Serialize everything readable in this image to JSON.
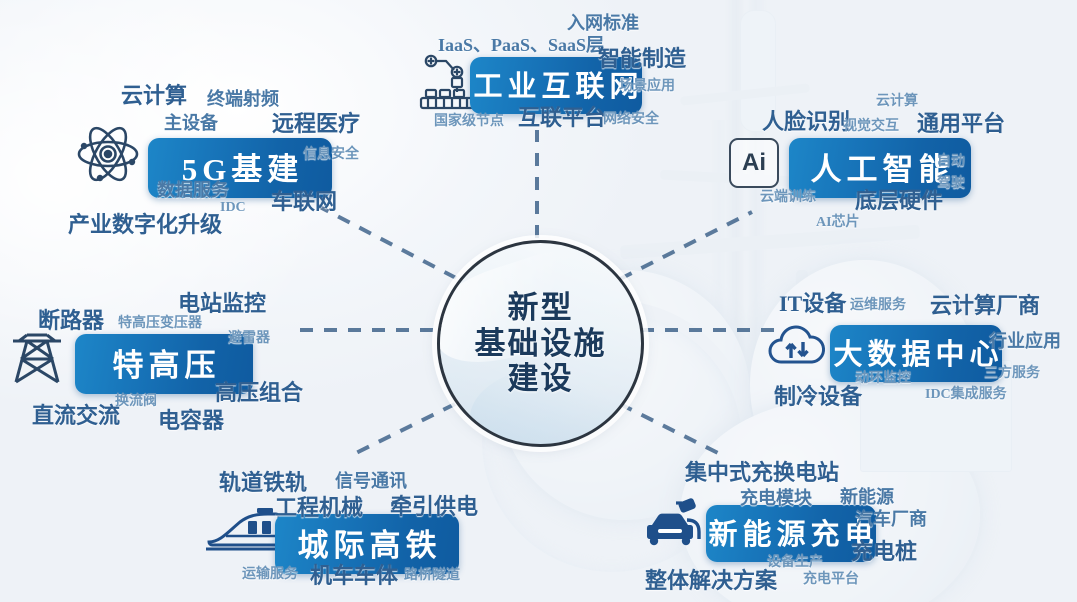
{
  "hub": {
    "name": "new-infrastructure-hub",
    "lines": [
      "新型",
      "基础设施",
      "建设"
    ]
  },
  "theme": {
    "pill_blue_light": "#1d86c8",
    "pill_blue_dark": "#0f5ba0",
    "hub_text": "#1b3a5c",
    "sub_text": "#3e6e9e",
    "icon_color": "#2b4766",
    "spoke_color": "#3a5f87"
  },
  "clusters": [
    {
      "id": "5g",
      "title": "5G基建",
      "icon": "atom-icon",
      "subs": [
        {
          "t": "云计算",
          "size": "s1"
        },
        {
          "t": "终端射频",
          "size": "s2"
        },
        {
          "t": "主设备",
          "size": "s2"
        },
        {
          "t": "远程医疗",
          "size": "s1"
        },
        {
          "t": "信息安全",
          "size": "s3"
        },
        {
          "t": "数据服务",
          "size": "s2"
        },
        {
          "t": "IDC",
          "size": "s3"
        },
        {
          "t": "车联网",
          "size": "s1"
        },
        {
          "t": "产业数字化升级",
          "size": "s1"
        }
      ]
    },
    {
      "id": "industrial-internet",
      "title": "工业互联网",
      "icon": "robot-arm-icon",
      "subs": [
        {
          "t": "入网标准",
          "size": "s2"
        },
        {
          "t": "IaaS、PaaS、SaaS层",
          "size": "s2"
        },
        {
          "t": "智能制造",
          "size": "s1"
        },
        {
          "t": "场景应用",
          "size": "s3"
        },
        {
          "t": "国家级节点",
          "size": "s3"
        },
        {
          "t": "互联平台",
          "size": "s1"
        },
        {
          "t": "网络安全",
          "size": "s3"
        }
      ]
    },
    {
      "id": "ai",
      "title": "人工智能",
      "icon": "ai-box-icon",
      "icon_label": "Ai",
      "subs": [
        {
          "t": "云计算",
          "size": "s3"
        },
        {
          "t": "人脸识别",
          "size": "s1"
        },
        {
          "t": "视觉交互",
          "size": "s3"
        },
        {
          "t": "通用平台",
          "size": "s1"
        },
        {
          "t": "自动",
          "size": "s3"
        },
        {
          "t": "驾驶",
          "size": "s3"
        },
        {
          "t": "云端训练",
          "size": "s3"
        },
        {
          "t": "底层硬件",
          "size": "s1"
        },
        {
          "t": "AI芯片",
          "size": "s3"
        }
      ]
    },
    {
      "id": "uhv",
      "title": "特高压",
      "icon": "power-tower-icon",
      "subs": [
        {
          "t": "电站监控",
          "size": "s1"
        },
        {
          "t": "断路器",
          "size": "s1"
        },
        {
          "t": "特高压变压器",
          "size": "s3"
        },
        {
          "t": "避雷器",
          "size": "s3"
        },
        {
          "t": "高压组合",
          "size": "s1"
        },
        {
          "t": "换流阀",
          "size": "s3"
        },
        {
          "t": "直流交流",
          "size": "s1"
        },
        {
          "t": "电容器",
          "size": "s1"
        }
      ]
    },
    {
      "id": "bigdata",
      "title": "大数据中心",
      "icon": "cloud-sync-icon",
      "subs": [
        {
          "t": "IT设备",
          "size": "s1"
        },
        {
          "t": "运维服务",
          "size": "s3"
        },
        {
          "t": "云计算厂商",
          "size": "s1"
        },
        {
          "t": "行业应用",
          "size": "s2"
        },
        {
          "t": "动环监控",
          "size": "s3"
        },
        {
          "t": "三方服务",
          "size": "s3"
        },
        {
          "t": "制冷设备",
          "size": "s1"
        },
        {
          "t": "IDC集成服务",
          "size": "s3"
        }
      ]
    },
    {
      "id": "intercity-rail",
      "title": "城际高铁",
      "icon": "train-icon",
      "subs": [
        {
          "t": "轨道铁轨",
          "size": "s1"
        },
        {
          "t": "信号通讯",
          "size": "s2"
        },
        {
          "t": "工程机械",
          "size": "s1"
        },
        {
          "t": "牵引供电",
          "size": "s1"
        },
        {
          "t": "运输服务",
          "size": "s3"
        },
        {
          "t": "机车车体",
          "size": "s1"
        },
        {
          "t": "路桥隧道",
          "size": "s3"
        }
      ]
    },
    {
      "id": "ev-charging",
      "title": "新能源充电",
      "icon": "ev-charge-icon",
      "subs": [
        {
          "t": "集中式充换电站",
          "size": "s1"
        },
        {
          "t": "充电模块",
          "size": "s2"
        },
        {
          "t": "新能源",
          "size": "s2"
        },
        {
          "t": "汽车厂商",
          "size": "s2"
        },
        {
          "t": "充电桩",
          "size": "s1"
        },
        {
          "t": "设备生产",
          "size": "s3"
        },
        {
          "t": "整体解决方案",
          "size": "s1"
        },
        {
          "t": "充电平台",
          "size": "s3"
        }
      ]
    }
  ]
}
